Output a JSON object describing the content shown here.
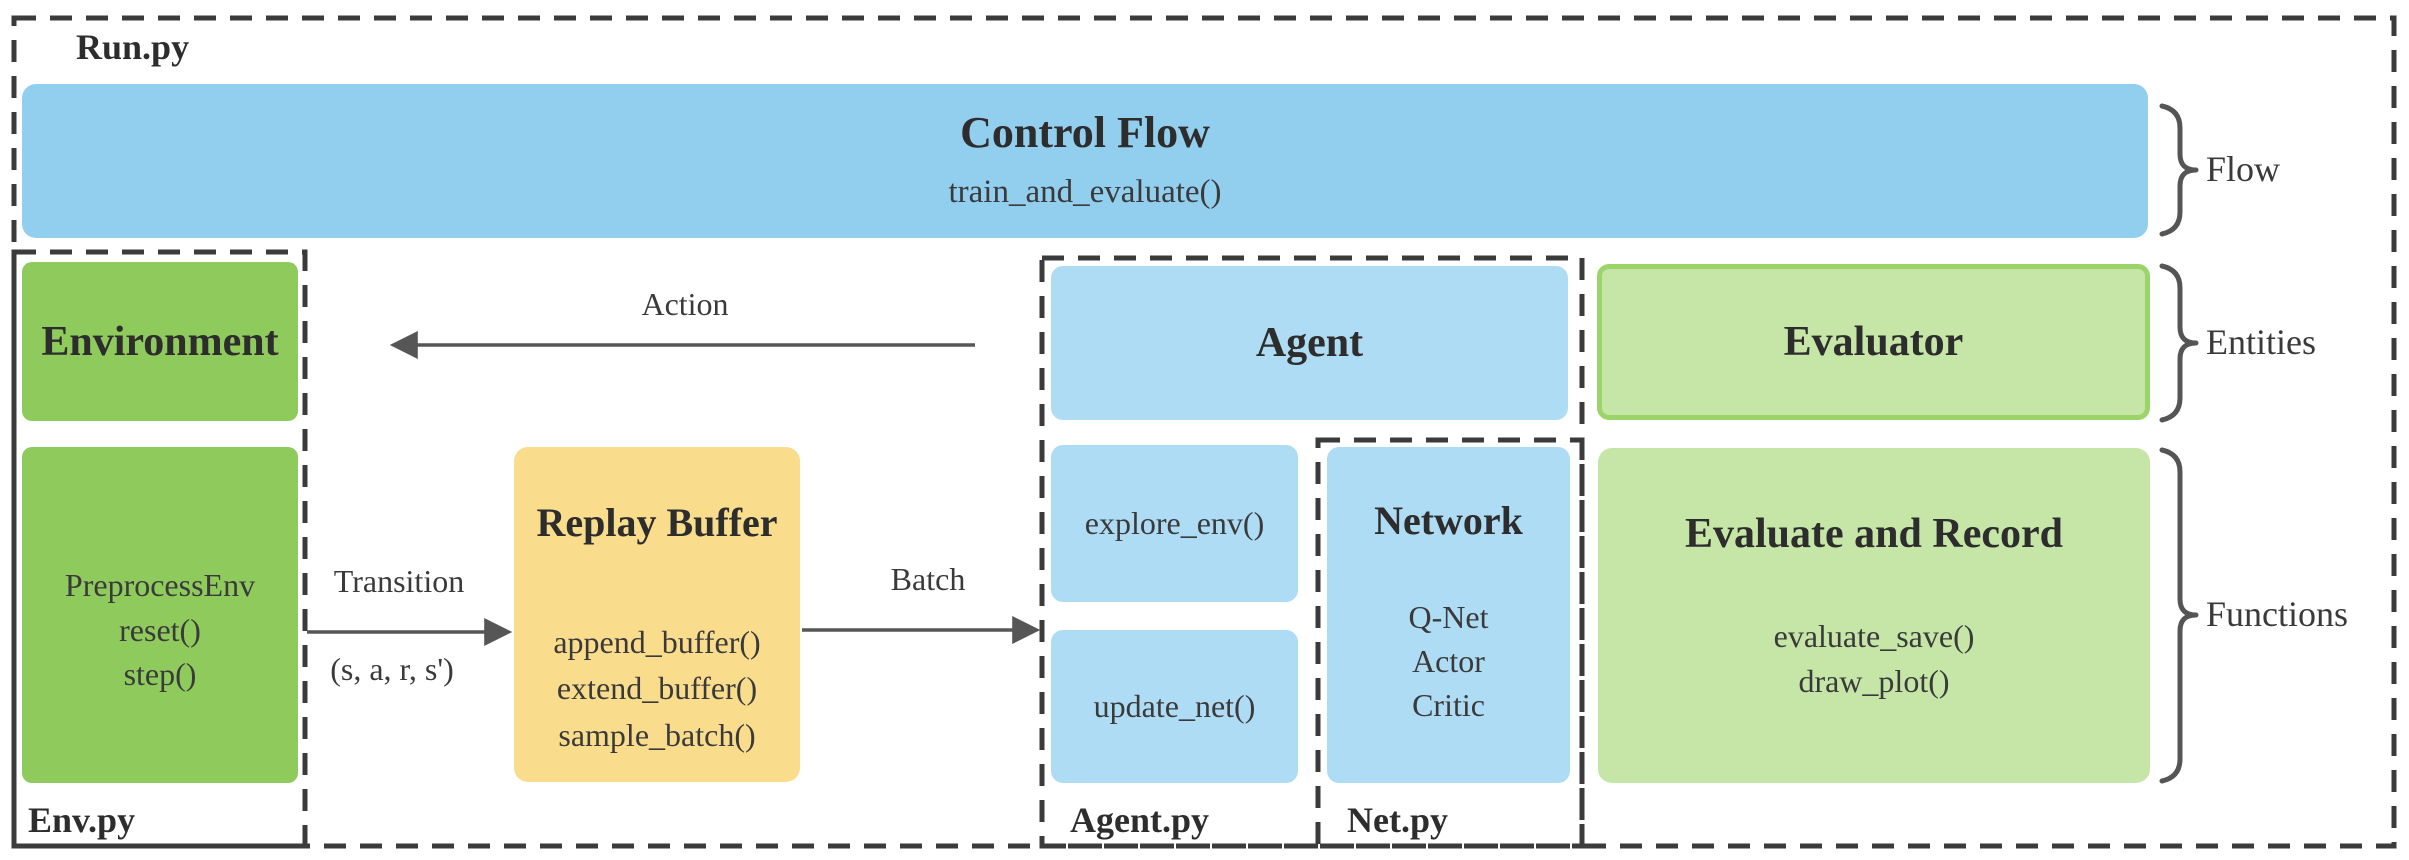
{
  "files": {
    "run": "Run.py",
    "env": "Env.py",
    "agent": "Agent.py",
    "net": "Net.py"
  },
  "control_flow": {
    "title": "Control Flow",
    "subtitle": "train_and_evaluate()"
  },
  "boxes": {
    "environment": {
      "title": "Environment"
    },
    "preprocess_env": {
      "lines": [
        "PreprocessEnv",
        "reset()",
        "step()"
      ]
    },
    "replay_buffer": {
      "title": "Replay Buffer",
      "functions": [
        "append_buffer()",
        "extend_buffer()",
        "sample_batch()"
      ]
    },
    "agent": {
      "title": "Agent"
    },
    "explore_env": {
      "label": "explore_env()"
    },
    "update_net": {
      "label": "update_net()"
    },
    "network": {
      "title": "Network",
      "items": [
        "Q-Net",
        "Actor",
        "Critic"
      ]
    },
    "evaluator": {
      "title": "Evaluator"
    },
    "evaluate_record": {
      "title": "Evaluate and Record",
      "functions": [
        "evaluate_save()",
        "draw_plot()"
      ]
    }
  },
  "arrows": {
    "action": {
      "label": "Action"
    },
    "transition": {
      "label": "Transition",
      "payload": "(s, a, r, s')"
    },
    "batch": {
      "label": "Batch"
    }
  },
  "groups": {
    "flow": "Flow",
    "entities": "Entities",
    "functions": "Functions"
  },
  "colors": {
    "control_blue": "#92ceee",
    "agent_blue": "#aedcf5",
    "env_green": "#8fca5c",
    "eval_green": "#c6e6a7",
    "evaluator_border": "#9bd469",
    "buffer_yellow": "#f9dd8d",
    "line_gray": "#565656",
    "dash_dark": "#3b3b3b"
  }
}
